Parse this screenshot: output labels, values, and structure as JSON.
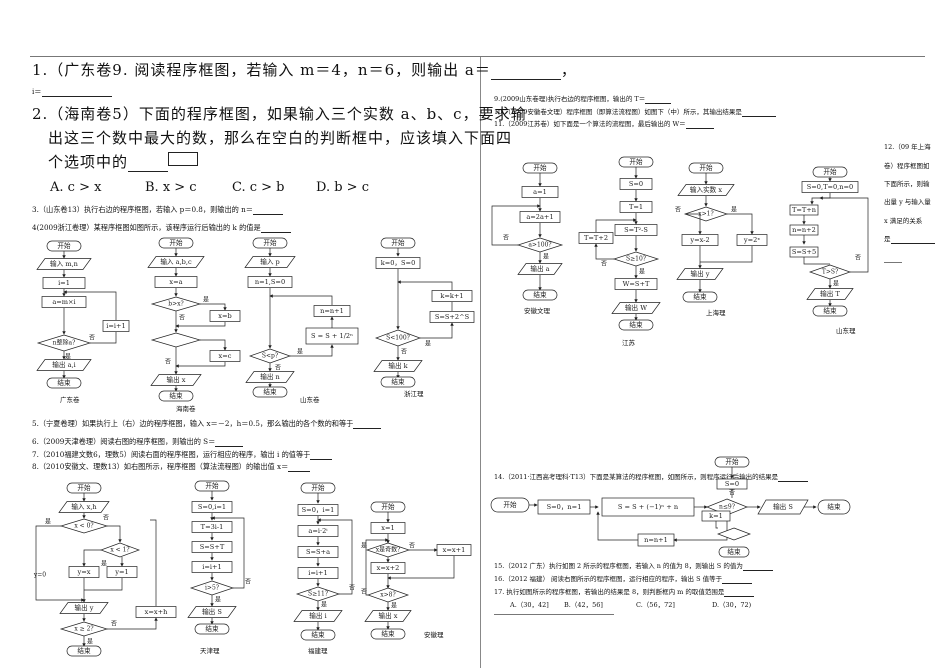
{
  "top_rule": true,
  "left": {
    "q1": {
      "text": "1.（广东卷9. 阅读程序框图，若输入 m＝4，n＝6，则输出 a＝",
      "tail": "，",
      "i_label": "i＝"
    },
    "q2": {
      "line1": "2.（海南卷5）下面的程序框图，如果输入三个实数 a、b、c，要求输",
      "line2": "出这三个数中最大的数，那么在空白的判断框中，应该填入下面四",
      "line3": "个选项中的",
      "options": [
        "A. c > x",
        "B. x > c",
        "C. c > b",
        "D. b > c"
      ]
    },
    "q3": "3.（山东卷13）执行右边的程序框图，若输入 p＝0.8，则输出的 n＝",
    "q4": "4(2009浙江卷理）某程序框图如图所示，该程序运行后输出的 k 的值是",
    "captions1": [
      "广东卷",
      "海南卷",
      "山东卷",
      "浙江理"
    ],
    "q5": "5.（宁夏卷理）如果执行上（右）边的程序框图，输入 x＝－2，h＝0.5，那么输出的各个数的和等于",
    "q6": "6.（2009天津卷理）阅读右图的程序框图，则输出的 S＝",
    "q7": "7.（2010福建文数6，理数5）阅读右面的程序框图，运行相应的程序，输出 i 的值等于",
    "q8": "8.（2010安徽文、理数13）如右图所示，程序框图（算法流程图）的输出值 x＝",
    "captions2": [
      "天津理",
      "福建理",
      "安徽理"
    ]
  },
  "right": {
    "q9": "9.(2009山东卷理)执行右边的程序框图，输出的 T＝",
    "q10": "10.（2009安徽卷文理）程序框图（即算法流程图）如图下（中）所示，其输出结果是",
    "q11": "11.（2009江苏卷）如下面是一个算法的流程图，最后输出的 W＝",
    "q12": [
      "12.（09 年上海",
      "卷）程序框图如",
      "下面所示，则输",
      "出量 y 与输入量",
      "x 满足的关系",
      "是"
    ],
    "captions": [
      "安徽文理",
      "江苏",
      "上海理",
      "山东理"
    ],
    "q14": "14.（2011·江西高考理科·T13）下面是某算法的程序框图，如图所示，则程序运行后输出的结果是",
    "q15": "15.（2012 广东）执行如图 2 所示的程序框图，若输入 n 的值为 8，则输出 S 的值为",
    "q16": "16.（2012 福建） 阅读右图所示的程序框图，运行相应的程序，输出 S 值等于",
    "q17": "17. 执行如图所示的程序框图，若输出的结果是 8，则判断框内 m 的取值范围是",
    "q17_options": [
      "A.（30，42]",
      "B.（42，56]",
      "C.（56，72]",
      "D.（30，72)"
    ]
  },
  "flow": {
    "start": "开始",
    "end": "结束",
    "yes": "是",
    "no": "否",
    "gd": [
      "输入 m,n",
      "i=1",
      "a=m×i",
      "n整除a?",
      "输出 a,i",
      "i=i+1"
    ],
    "hn": [
      "输入 a,b,c",
      "x=a",
      "b>x?",
      "x=b",
      "x=c",
      "输出 x"
    ],
    "sd": [
      "输入 p",
      "n=1,S=0",
      "S<p?",
      "S = S + 1/2ⁿ",
      "n=n+1",
      "输出 n"
    ],
    "zj": [
      "k=0，S=0",
      "S<100?",
      "k=k+1",
      "S=S+2^S",
      "输出 k"
    ],
    "nx": [
      "输入 x,h",
      "x < 0?",
      "x < 1?",
      "y=0",
      "y=x",
      "y=1",
      "输出 y",
      "x=x+h",
      "x ≥ 2?"
    ],
    "tj": [
      "S=0,i=1",
      "T=3i-1",
      "S=S+T",
      "i=i+1",
      "i>5?",
      "输出 S"
    ],
    "fj": [
      "S=0，i=1",
      "a=i·2ⁱ",
      "S=S+a",
      "i=i+1",
      "S≥11?",
      "输出 i"
    ],
    "ah": [
      "x=1",
      "x是奇数?",
      "x=x+1",
      "x=x+2",
      "x>8?",
      "输出 x"
    ],
    "a1": [
      "a=1",
      "a=2a+1",
      "a>100?",
      "输出 a"
    ],
    "a2": [
      "S=0",
      "T=1",
      "S=T²-S",
      "S≥10?",
      "T=T+2",
      "W=S+T",
      "输出 W"
    ],
    "a3": [
      "输入实数 x",
      "x>1?",
      "y=x-2",
      "y=2ˣ",
      "输出 y"
    ],
    "a4": [
      "S=0,T=0,n=0",
      "T=T+n",
      "n=n+2",
      "S=S+5",
      "T>S?",
      "输出 T"
    ],
    "jx": [
      "S=0，n=1",
      "S = S + (−1)ⁿ + n",
      "n=n+1",
      "n≤9?",
      "输出 S",
      "结束"
    ],
    "mini": [
      "开始",
      "S=0",
      "k=1",
      "结束"
    ]
  }
}
